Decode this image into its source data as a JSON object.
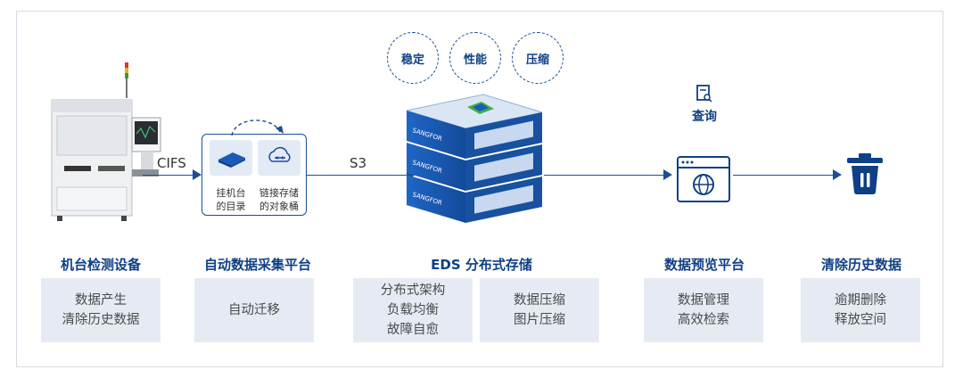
{
  "flow": {
    "cifs_label": "CIFS",
    "s3_label": "S3"
  },
  "badges": [
    "稳定",
    "性能",
    "压缩"
  ],
  "collector": {
    "item1": "挂机台",
    "item1b": "的目录",
    "item2": "链接存储",
    "item2b": "的对象桶"
  },
  "query": {
    "label": "查询"
  },
  "server_brand": "SANGFOR",
  "stages": [
    {
      "title": "机台检测设备",
      "lines": [
        "数据产生",
        "清除历史数据"
      ]
    },
    {
      "title": "自动数据采集平台",
      "lines": [
        "自动迁移"
      ]
    },
    {
      "title": "EDS 分布式存储",
      "lines": [
        "分布式架构",
        "负载均衡",
        "故障自愈"
      ],
      "lines2": [
        "数据压缩",
        "图片压缩"
      ]
    },
    {
      "title": "数据预览平台",
      "lines": [
        "数据管理",
        "高效检索"
      ]
    },
    {
      "title": "清除历史数据",
      "lines": [
        "逾期删除",
        "释放空间"
      ]
    }
  ],
  "colors": {
    "accent": "#0f3f86",
    "line": "#1a4e96",
    "box_bg": "#e6ebf3",
    "server": "#1a5bb8"
  }
}
